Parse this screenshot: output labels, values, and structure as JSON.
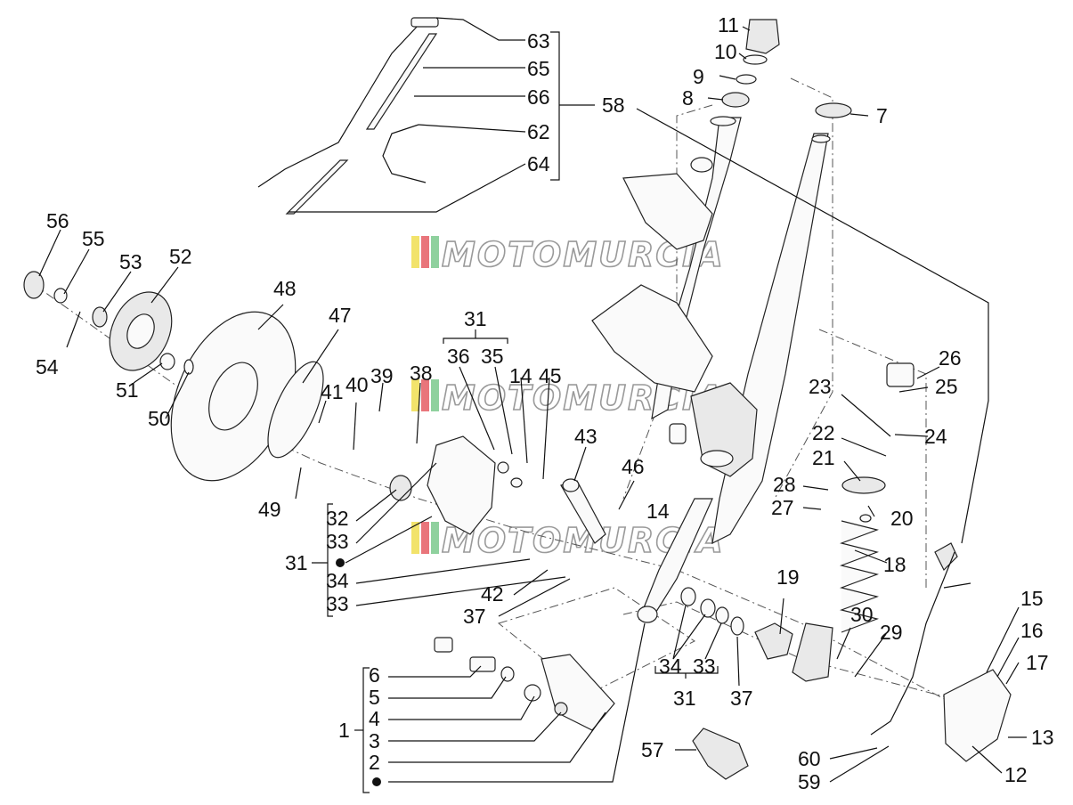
{
  "watermark": {
    "text": "MOTOMURCIA",
    "stripe_colors": [
      "#f2e36b",
      "#e9757b",
      "#8fd19e"
    ]
  },
  "callouts": {
    "c1": "1",
    "c2": "2",
    "c3": "3",
    "c4": "4",
    "c5": "5",
    "c6": "6",
    "c7": "7",
    "c8": "8",
    "c9": "9",
    "c10": "10",
    "c11": "11",
    "c12": "12",
    "c13": "13",
    "c14a": "14",
    "c14b": "14",
    "c15": "15",
    "c16": "16",
    "c17": "17",
    "c18": "18",
    "c19": "19",
    "c20": "20",
    "c21": "21",
    "c22": "22",
    "c23": "23",
    "c24": "24",
    "c25": "25",
    "c26": "26",
    "c27": "27",
    "c28": "28",
    "c29": "29",
    "c30": "30",
    "c31a": "31",
    "c31b": "31",
    "c31c": "31",
    "c32": "32",
    "c33a": "33",
    "c33b": "33",
    "c33c": "33",
    "c34a": "34",
    "c34b": "34",
    "c35": "35",
    "c36": "36",
    "c37a": "37",
    "c37b": "37",
    "c38": "38",
    "c39": "39",
    "c40": "40",
    "c41": "41",
    "c42": "42",
    "c43": "43",
    "c45": "45",
    "c46": "46",
    "c47": "47",
    "c48": "48",
    "c49": "49",
    "c50": "50",
    "c51": "51",
    "c52": "52",
    "c53": "53",
    "c54": "54",
    "c55": "55",
    "c56": "56",
    "c57": "57",
    "c58": "58",
    "c59": "59",
    "c60": "60",
    "c62": "62",
    "c63": "63",
    "c64": "64",
    "c65": "65",
    "c66": "66"
  }
}
